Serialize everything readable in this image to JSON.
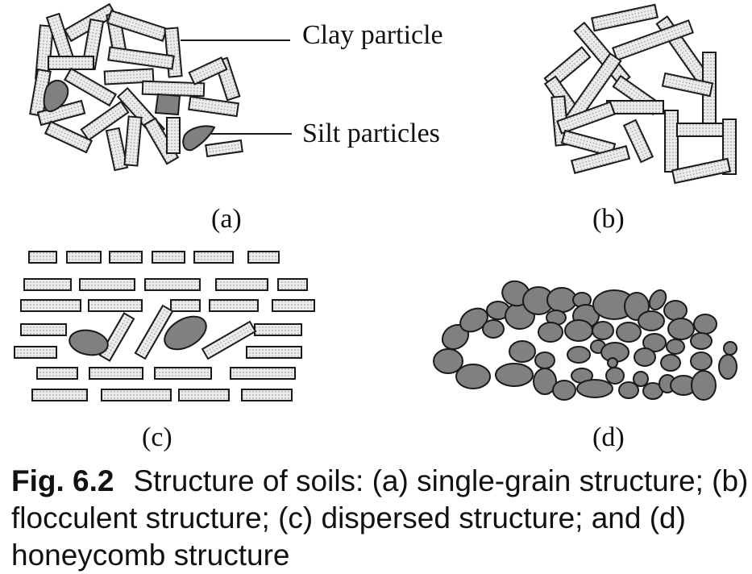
{
  "labels": {
    "a": "(a)",
    "b": "(b)",
    "c": "(c)",
    "d": "(d)",
    "clay": "Clay particle",
    "silt": "Silt particles"
  },
  "caption": {
    "number": "Fig. 6.2",
    "text": "Structure of soils: (a) single-grain structure; (b) flocculent structure; (c) dispersed structure; and (d) honeycomb structure"
  },
  "colors": {
    "clay_fill": "#e6e6e6",
    "silt_fill": "#808080",
    "stroke": "#1a1a1a"
  }
}
